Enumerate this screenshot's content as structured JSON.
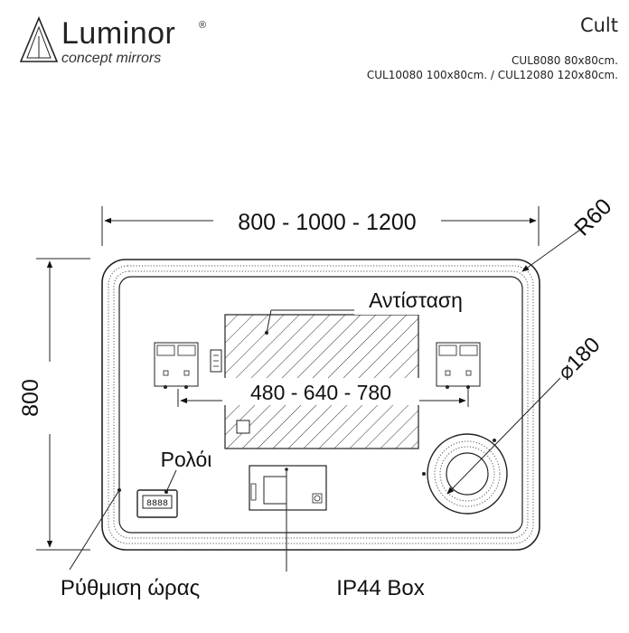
{
  "brand": {
    "name": "Luminor",
    "registered": "®",
    "tagline": "concept mirrors"
  },
  "model": {
    "name": "Cult",
    "line1": "CUL8080 80x80cm.",
    "line2": "CUL10080 100x80cm. / CUL12080 120x80cm."
  },
  "drawing": {
    "width_dimension": "800 - 1000 - 1200",
    "height_dimension": "800",
    "corner_radius_label": "R60",
    "heater_label": "Αντίσταση",
    "heater_spacing_label": "480 - 640 - 780",
    "magnifier_label": "⌀180",
    "clock_label": "Ρολόι",
    "time_setting_label": "Ρύθμιση ώρας",
    "ip44_box_label": "IP44  Box",
    "clock_display": "8888"
  }
}
